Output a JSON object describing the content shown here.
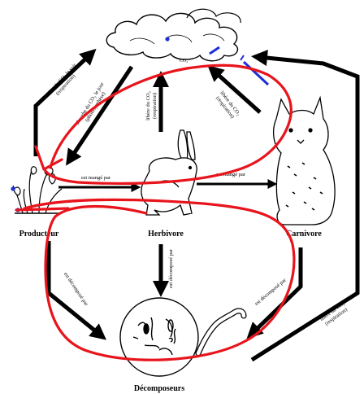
{
  "nodes": {
    "producer": "Producteur",
    "herbivore": "Herbivore",
    "carnivore": "Carnivore",
    "decomposers": "Décomposeurs",
    "co2": "CO₂"
  },
  "edges": {
    "producer_release_night_1": "libère du CO₂ le soir",
    "producer_release_night_2": "(respiration)",
    "producer_absorb_day_1": "absorbe du CO₂ le jour",
    "producer_absorb_day_2": "(photosynthèse)",
    "herbivore_release_1": "libère du CO₂",
    "herbivore_release_2": "(respiration)",
    "carnivore_release_1": "libère du CO₂",
    "carnivore_release_2": "(respiration)",
    "producer_eaten": "est mangé par",
    "herbivore_eaten": "est mangé par",
    "herbivore_decomposed": "est décomposé par",
    "producer_decomposed": "est décomposé par",
    "carnivore_decomposed": "est décomposé par",
    "decomposer_release_1": "libère du CO₂",
    "decomposer_release_2": "(respiration)"
  },
  "colors": {
    "ink": "#000000",
    "annotation_red": "#e8141c",
    "annotation_blue": "#1f2fd6"
  }
}
